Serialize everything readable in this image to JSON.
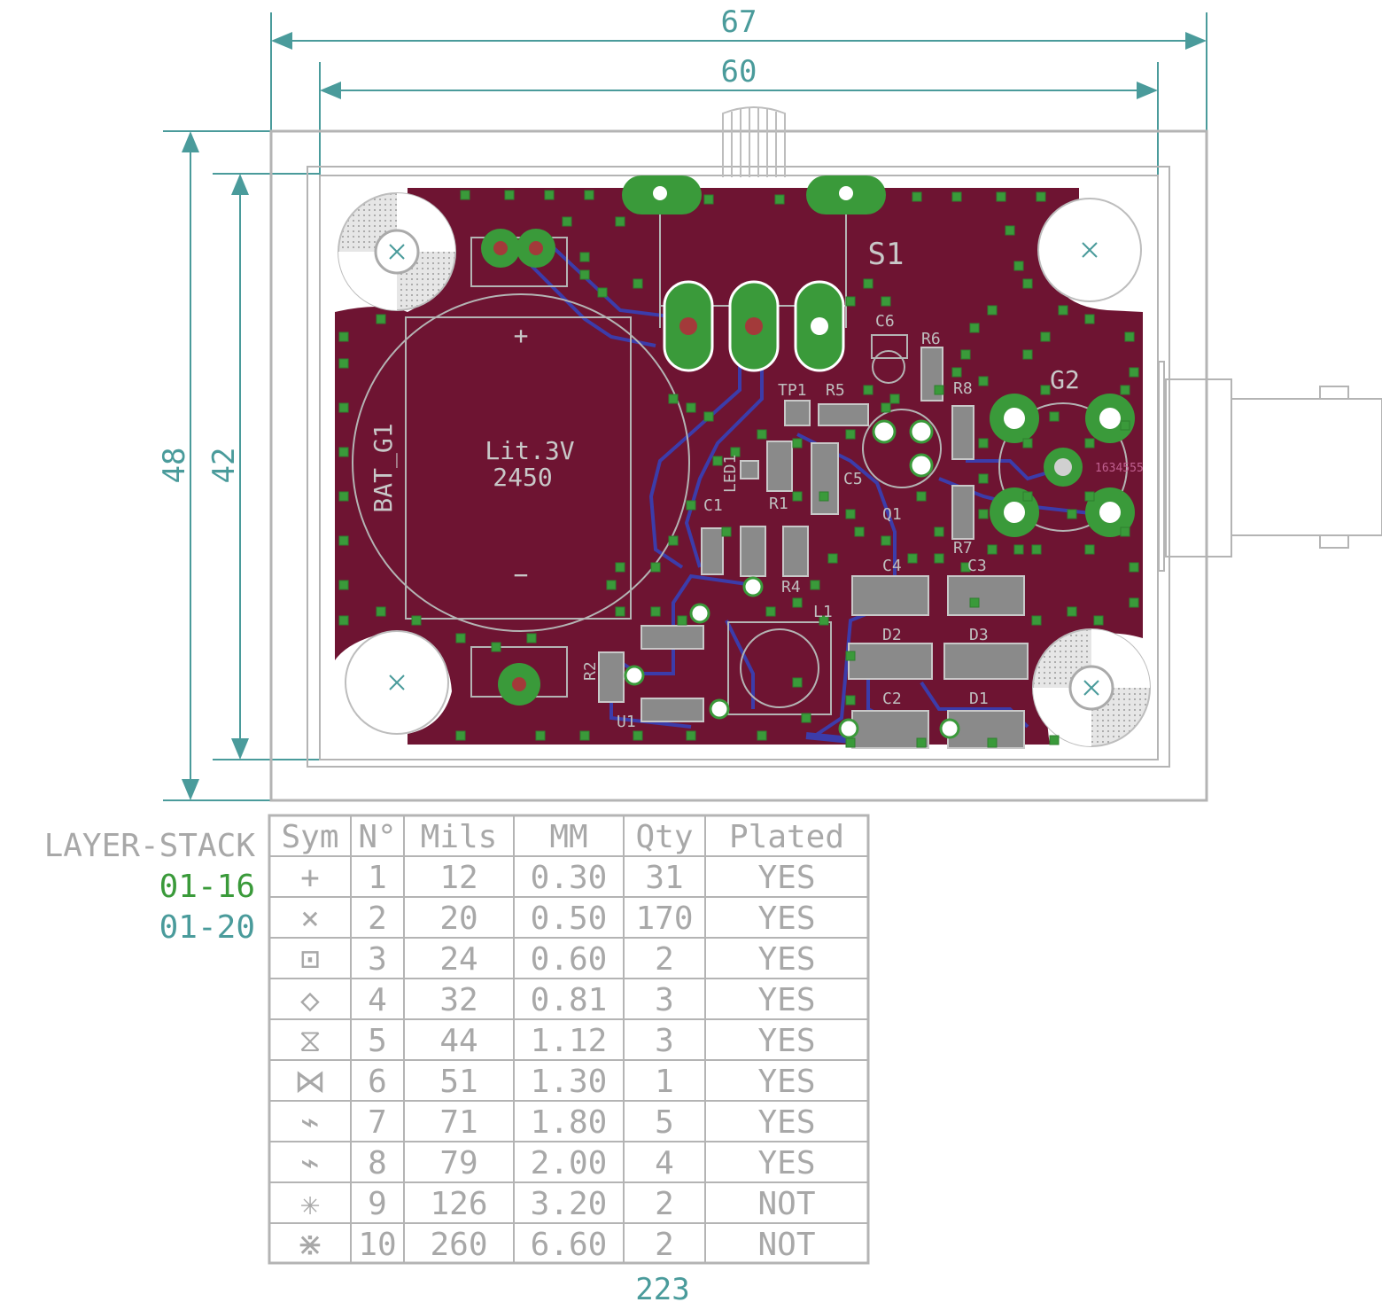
{
  "colors": {
    "board": "#6e1432",
    "copper_pad": "#3a9a3a",
    "via": "#3a9a3a",
    "trace_bottom": "#3c3caa",
    "silkscreen": "#c8c8c8",
    "dimension": "#4a9b9b",
    "outline": "#b4b4b4",
    "green_text": "#3a9a3a"
  },
  "dimensions": {
    "width_outer": "67",
    "width_inner": "60",
    "height_outer": "48",
    "height_inner": "42"
  },
  "components": {
    "battery_ref": "BAT_G1",
    "battery_type": "Lit.3V",
    "battery_model": "2450",
    "battery_plus": "+",
    "battery_minus": "−",
    "switch": "S1",
    "connector": "G2",
    "connector_small": "1634555",
    "tp1": "TP1",
    "r1": "R1",
    "r2": "R2",
    "r4": "R4",
    "r5": "R5",
    "r6": "R6",
    "r7": "R7",
    "r8": "R8",
    "c1": "C1",
    "c2": "C2",
    "c3": "C3",
    "c4": "C4",
    "c5": "C5",
    "c6": "C6",
    "d1": "D1",
    "d2": "D2",
    "d3": "D3",
    "l1": "L1",
    "led1": "LED1",
    "q1": "Q1",
    "u1": "U1"
  },
  "layer_stack": {
    "title": "LAYER-STACK",
    "row1": "01-16",
    "row2": "01-20"
  },
  "drill_table": {
    "headers": [
      "Sym",
      "N°",
      "Mils",
      "MM",
      "Qty",
      "Plated"
    ],
    "rows": [
      {
        "sym": "+",
        "n": "1",
        "mils": "12",
        "mm": "0.30",
        "qty": "31",
        "plated": "YES"
      },
      {
        "sym": "×",
        "n": "2",
        "mils": "20",
        "mm": "0.50",
        "qty": "170",
        "plated": "YES"
      },
      {
        "sym": "⊡",
        "n": "3",
        "mils": "24",
        "mm": "0.60",
        "qty": "2",
        "plated": "YES"
      },
      {
        "sym": "◇",
        "n": "4",
        "mils": "32",
        "mm": "0.81",
        "qty": "3",
        "plated": "YES"
      },
      {
        "sym": "⧖",
        "n": "5",
        "mils": "44",
        "mm": "1.12",
        "qty": "3",
        "plated": "YES"
      },
      {
        "sym": "⋈",
        "n": "6",
        "mils": "51",
        "mm": "1.30",
        "qty": "1",
        "plated": "YES"
      },
      {
        "sym": "⌁",
        "n": "7",
        "mils": "71",
        "mm": "1.80",
        "qty": "5",
        "plated": "YES"
      },
      {
        "sym": "⌁",
        "n": "8",
        "mils": "79",
        "mm": "2.00",
        "qty": "4",
        "plated": "YES"
      },
      {
        "sym": "✳",
        "n": "9",
        "mils": "126",
        "mm": "3.20",
        "qty": "2",
        "plated": "NOT"
      },
      {
        "sym": "⋇",
        "n": "10",
        "mils": "260",
        "mm": "6.60",
        "qty": "2",
        "plated": "NOT"
      }
    ],
    "total": "223"
  }
}
